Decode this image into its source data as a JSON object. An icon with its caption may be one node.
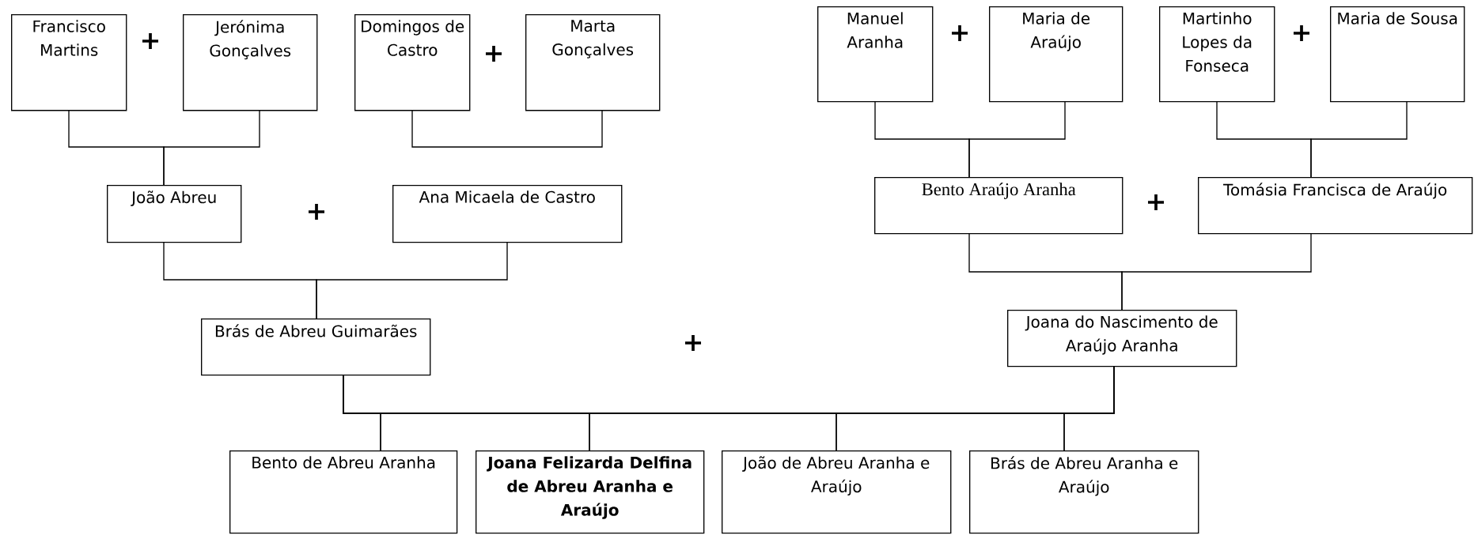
{
  "diagram": {
    "nodes": [
      {
        "text": [
          "Francisco Martins"
        ]
      },
      {
        "text": [
          "Jerónima Gonçalves"
        ]
      },
      {
        "text": [
          "Domingos de Castro"
        ]
      },
      {
        "text": [
          "Marta Gonçalves"
        ]
      },
      {
        "text": [
          "Manuel Aranha"
        ]
      },
      {
        "text": [
          "Maria de Araújo"
        ]
      },
      {
        "text": [
          "Martinho Lopes da Fonseca"
        ]
      },
      {
        "text": [
          "Maria de Sousa"
        ]
      },
      {
        "text": [
          "João Abreu"
        ]
      },
      {
        "text": [
          "Ana Micaela de Castro"
        ]
      },
      {
        "text": [
          "Bento Araújo Aranha"
        ]
      },
      {
        "text": [
          "Tomásia Francisca de Araújo"
        ]
      },
      {
        "text": [
          "Brás de Abreu Guimarães"
        ]
      },
      {
        "text": [
          "Joana do Nascimento de Araújo Aranha"
        ]
      },
      {
        "text": [
          "Bento de Abreu Aranha"
        ]
      },
      {
        "text": [
          "Joana Felizarda Delfina de Abreu Aranha e Araújo"
        ]
      },
      {
        "text": [
          "João de Abreu Aranha e Araújo"
        ]
      },
      {
        "text": [
          "Brás de Abreu Aranha e Araújo"
        ]
      }
    ],
    "edges": [
      {
        "from": 0,
        "to": 8,
        "arrow": "none"
      },
      {
        "from": 1,
        "to": 8,
        "arrow": "none"
      },
      {
        "from": 2,
        "to": 3,
        "arrow": "none"
      },
      {
        "from": 4,
        "to": 10,
        "arrow": "none"
      },
      {
        "from": 5,
        "to": 10,
        "arrow": "none"
      },
      {
        "from": 6,
        "to": 11,
        "arrow": "none"
      },
      {
        "from": 7,
        "to": 11,
        "arrow": "none"
      },
      {
        "from": 8,
        "to": 12,
        "arrow": "none"
      },
      {
        "from": 9,
        "to": 12,
        "arrow": "none"
      },
      {
        "from": 10,
        "to": 13,
        "arrow": "none"
      },
      {
        "from": 11,
        "to": 13,
        "arrow": "none"
      },
      {
        "from": 12,
        "to": 14,
        "arrow": "none"
      },
      {
        "from": 12,
        "to": 15,
        "arrow": "none"
      },
      {
        "from": 12,
        "to": 16,
        "arrow": "none"
      },
      {
        "from": 12,
        "to": 17,
        "arrow": "none"
      },
      {
        "from": 13,
        "to": 14,
        "arrow": "none"
      },
      {
        "from": 13,
        "to": 15,
        "arrow": "none"
      },
      {
        "from": 13,
        "to": 16,
        "arrow": "none"
      },
      {
        "from": 13,
        "to": 17,
        "arrow": "none"
      }
    ],
    "labels": [
      "+",
      "+",
      "+",
      "+",
      "+",
      "+",
      "+"
    ]
  }
}
